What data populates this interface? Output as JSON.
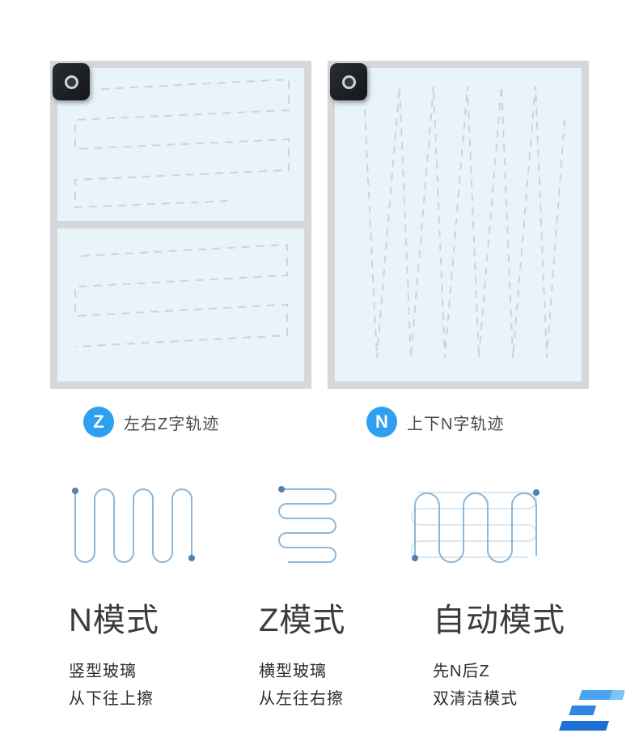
{
  "trajectories": {
    "z": {
      "badge": "Z",
      "label": "左右Z字轨迹"
    },
    "n": {
      "badge": "N",
      "label": "上下N字轨迹"
    }
  },
  "modes": [
    {
      "title": "N模式",
      "line1": "竖型玻璃",
      "line2": "从下往上擦"
    },
    {
      "title": "Z模式",
      "line1": "横型玻璃",
      "line2": "从左往右擦"
    },
    {
      "title": "自动模式",
      "line1": "先N后Z",
      "line2": "双清洁模式"
    }
  ],
  "icons": {
    "robot": "robot-device-icon",
    "z_badge": "z-badge-icon",
    "n_badge": "n-badge-icon",
    "logo": "brand-logo"
  },
  "colors": {
    "badge_blue": "#2f9ff0",
    "panel_fill": "#e9f3fa",
    "panel_border": "#d5d7d8",
    "dash_line": "#c6d5e0",
    "path_blue": "#8fb6d8",
    "path_faint": "#d9e7f1",
    "dot_blue": "#5381ae",
    "logo_blue": "#2f86e0"
  }
}
